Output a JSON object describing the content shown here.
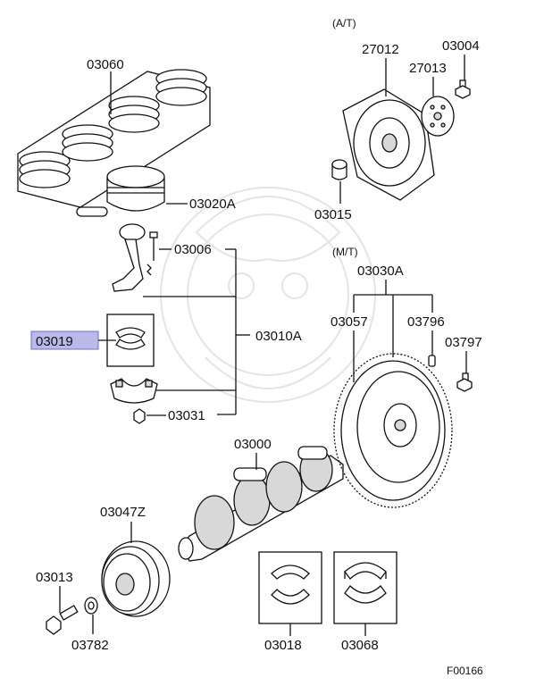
{
  "diagram": {
    "figure_code": "F00166",
    "highlight_color": "#b9b9ea",
    "sections": {
      "at": "(A/T)",
      "mt": "(M/T)"
    },
    "parts": {
      "p03060": "03060",
      "p03020A": "03020A",
      "p03006": "03006",
      "p03010A": "03010A",
      "p03019": "03019",
      "p03031": "03031",
      "p03000": "03000",
      "p03047Z": "03047Z",
      "p03013": "03013",
      "p03782": "03782",
      "p03018": "03018",
      "p03068": "03068",
      "p27012": "27012",
      "p27013": "27013",
      "p03004": "03004",
      "p03015": "03015",
      "p03030A": "03030A",
      "p03057": "03057",
      "p03796": "03796",
      "p03797": "03797"
    }
  }
}
